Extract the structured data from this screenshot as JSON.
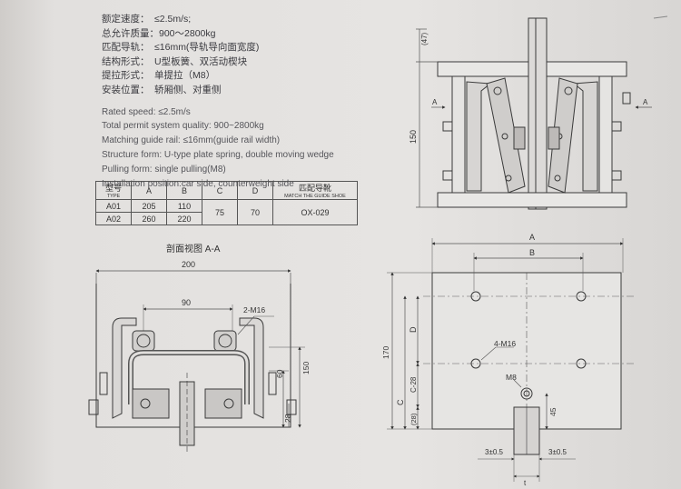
{
  "specs_cn": [
    {
      "label": "额定速度：",
      "value": "≤2.5m/s;"
    },
    {
      "label": "总允许质量：",
      "value": "900～2800kg"
    },
    {
      "label": "匹配导轨：",
      "value": "≤16mm(导轨导向面宽度)"
    },
    {
      "label": "结构形式：",
      "value": "U型板簧、双活动楔块"
    },
    {
      "label": "提拉形式：",
      "value": "单提拉（M8）"
    },
    {
      "label": "安装位置：",
      "value": "轿厢侧、对重侧"
    }
  ],
  "specs_en": [
    "Rated speed: ≤2.5m/s",
    "Total permit system quality: 900~2800kg",
    "Matching guide rail: ≤16mm(guide rail width)",
    "Structure form: U-type plate spring, double moving wedge",
    "Pulling form: single pulling(M8)",
    "Installation position:car side, counterweight side"
  ],
  "table": {
    "type_cn": "型号",
    "type_en": "TYPE",
    "col_a": "A",
    "col_b": "B",
    "col_c": "C",
    "col_d": "D",
    "match_cn": "匹配导靴",
    "match_en": "MATCH THE GUIDE SHOE",
    "rows": [
      {
        "type": "A01",
        "a": "205",
        "b": "110"
      },
      {
        "type": "A02",
        "a": "260",
        "b": "220"
      }
    ],
    "c_val": "75",
    "d_val": "70",
    "match_val": "OX-029"
  },
  "section_title": "剖面视图 A-A",
  "dims": {
    "d47": "(47)",
    "d150_right": "150",
    "arrow_a": "A",
    "d200": "200",
    "d90": "90",
    "m16_label": "2-M16",
    "d60": "60",
    "d150_left": "150",
    "d28": "28",
    "dA": "A",
    "dB": "B",
    "dD": "D",
    "d4m16": "4-M16",
    "dC28": "C-28",
    "dC": "C",
    "d28p": "(28)",
    "d170": "170",
    "dM8": "M8",
    "d45": "45",
    "d3a": "3±0.5",
    "d3b": "3±0.5",
    "dt": "t"
  }
}
